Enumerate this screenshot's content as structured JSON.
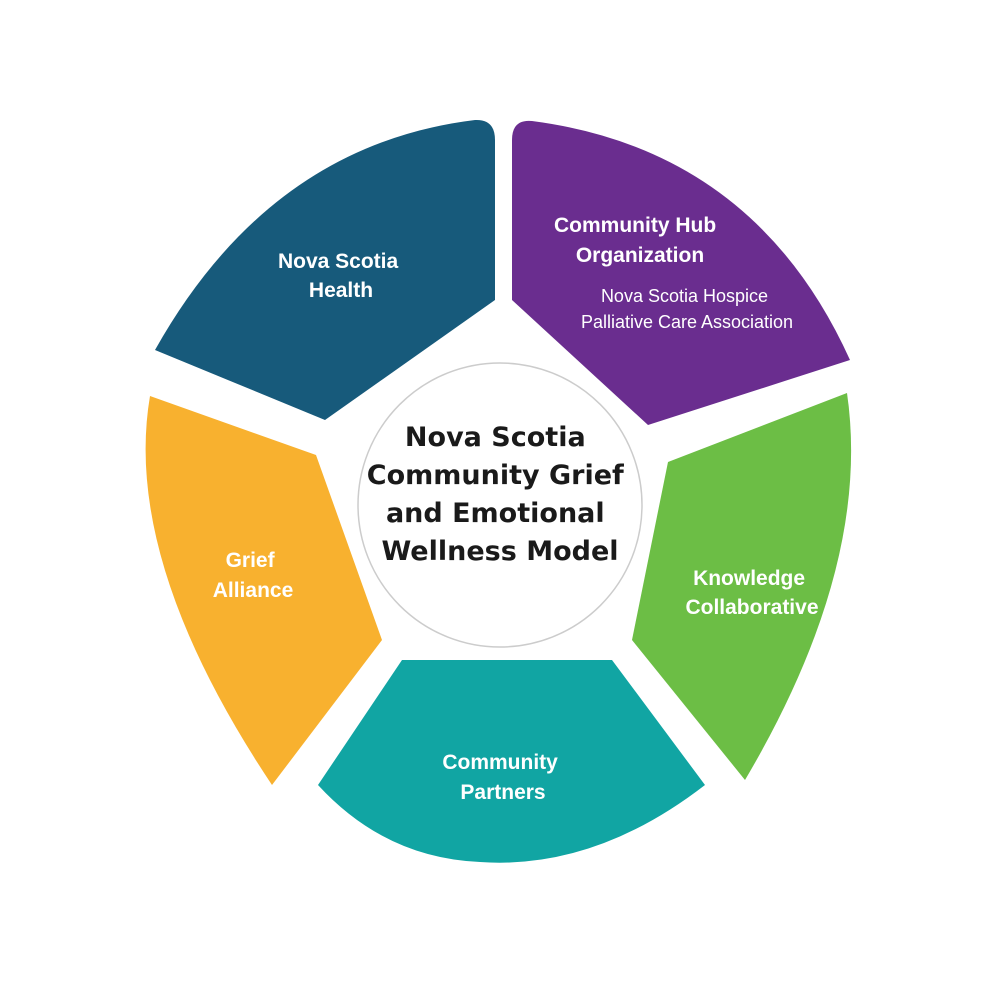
{
  "center": {
    "lines": [
      "Nova Scotia",
      "Community Grief",
      "and Emotional",
      "Wellness Model"
    ]
  },
  "segments": [
    {
      "key": "nova-scotia-health",
      "title_lines": [
        "Nova Scotia",
        "Health"
      ],
      "sub_lines": [],
      "color": "#175a7b"
    },
    {
      "key": "community-hub",
      "title_lines": [
        "Community Hub",
        "Organization"
      ],
      "sub_lines": [
        "Nova Scotia Hospice",
        "Palliative Care Association"
      ],
      "color": "#6a2d8f"
    },
    {
      "key": "knowledge-collaborative",
      "title_lines": [
        "Knowledge",
        "Collaborative"
      ],
      "sub_lines": [],
      "color": "#6cbe45"
    },
    {
      "key": "community-partners",
      "title_lines": [
        "Community",
        "Partners"
      ],
      "sub_lines": [],
      "color": "#11a5a3"
    },
    {
      "key": "grief-alliance",
      "title_lines": [
        "Grief",
        "Alliance"
      ],
      "sub_lines": [],
      "color": "#f8b12f"
    }
  ]
}
